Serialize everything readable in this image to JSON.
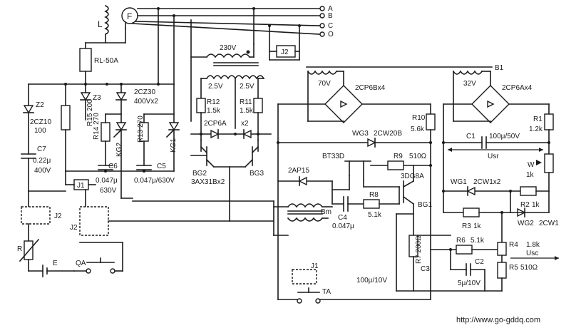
{
  "terminals": [
    "A",
    "B",
    "C",
    "O"
  ],
  "labels": {
    "motor": "F",
    "coil_l": "L",
    "rl": "RL-50A",
    "xfmr_230": "230V",
    "j2_box": "J2",
    "b1": "B1",
    "v25a": "2.5V",
    "v25b": "2.5V",
    "v70": "70V",
    "v32": "32V",
    "bridge1": "2CP6Bx4",
    "bridge2": "2CP6Ax4",
    "z2": "Z2",
    "z2_type": "2CZ10",
    "z2_val": "100",
    "z3": "Z3",
    "z3_type": "2CZ30",
    "z3_val": "400Vx2",
    "c7": "C7",
    "c7_val": "0.22μ",
    "c7_v": "400V",
    "r15": "R15 200",
    "r14": "R14 270",
    "r13": "R13 270",
    "kg2": "KG2",
    "kg1": "KG1",
    "c6": "C6",
    "c5": "C5",
    "c6_val": "0.047μ",
    "c6_v": "630V",
    "c5_val": "0.047μ/630V",
    "j1_box": "J1",
    "j2a": "J2",
    "j2b": "J2",
    "r12": "R12",
    "r12_val": "1.5k",
    "r11": "R11",
    "r11_val": "1.5k",
    "diodes": "2CP6A",
    "diodes_n": "x2",
    "bg2": "BG2",
    "bg3": "BG3",
    "bg_type": "3AX31Bx2",
    "r10": "R10",
    "r10_val": "5.6k",
    "wg3": "WG3",
    "wg3_type": "2CW20B",
    "bt33d": "BT33D",
    "r9": "R9",
    "r9_val": "510Ω",
    "ap15": "2AP15",
    "bm": "Bm",
    "c4": "C4",
    "c4_val": "0.047μ",
    "r8": "R8",
    "r8_val": "5.1k",
    "dg": "3DG8A",
    "bg1": "BG1",
    "r7": "R7 200Ω",
    "c3": "C3",
    "c3_val": "100μ/10V",
    "j1": "J1",
    "ta": "TA",
    "r1": "R1",
    "r1_val": "1.2k",
    "c1": "C1",
    "c1_val": "100μ/50V",
    "usr": "Usr",
    "w": "W",
    "w_val": "1k",
    "wg1": "WG1",
    "wg1_type": "2CW1x2",
    "r2": "R2",
    "r2_val": "1k",
    "r3": "R3",
    "r3_val": "1k",
    "wg2": "WG2",
    "wg2_type": "2CW1",
    "r6": "R6",
    "r6_val": "5.1k",
    "r4": "R4",
    "r4_val": "1.8k",
    "usc": "Usc",
    "c2": "C2",
    "c2_val": "5μ/10V",
    "r5": "R5",
    "r5_val": "510Ω",
    "e": "E",
    "qa": "QA",
    "r_var": "R"
  },
  "url": "http://www.go-gddq.com"
}
